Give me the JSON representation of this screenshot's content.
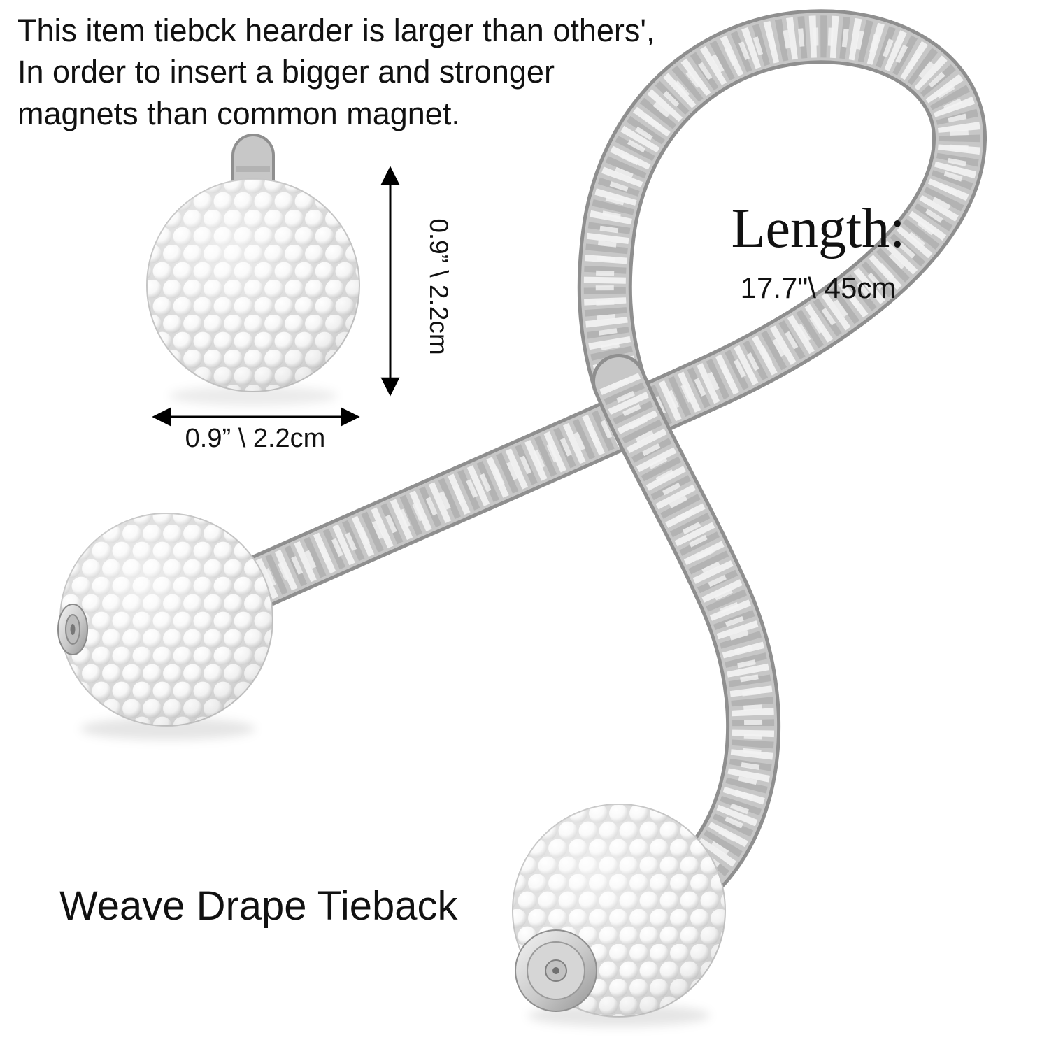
{
  "header": {
    "line1": "This item tiebck hearder is larger than others',",
    "line2": "In order to insert a bigger and stronger",
    "line3": "magnets than common magnet."
  },
  "dimensions": {
    "vertical_label": "0.9” \\ 2.2cm",
    "horizontal_label": "0.9”  \\ 2.2cm"
  },
  "length": {
    "title": "Length:",
    "value": "17.7\"\\ 45cm"
  },
  "product": {
    "label": "Weave Drape Tieback"
  },
  "colors": {
    "rope-dark": "#8f8f8f",
    "rope-mid": "#c7c7c7",
    "rope-light": "#efefef",
    "rope-shadow": "#a3a3a3",
    "text": "#111111",
    "arrow": "#000000"
  }
}
